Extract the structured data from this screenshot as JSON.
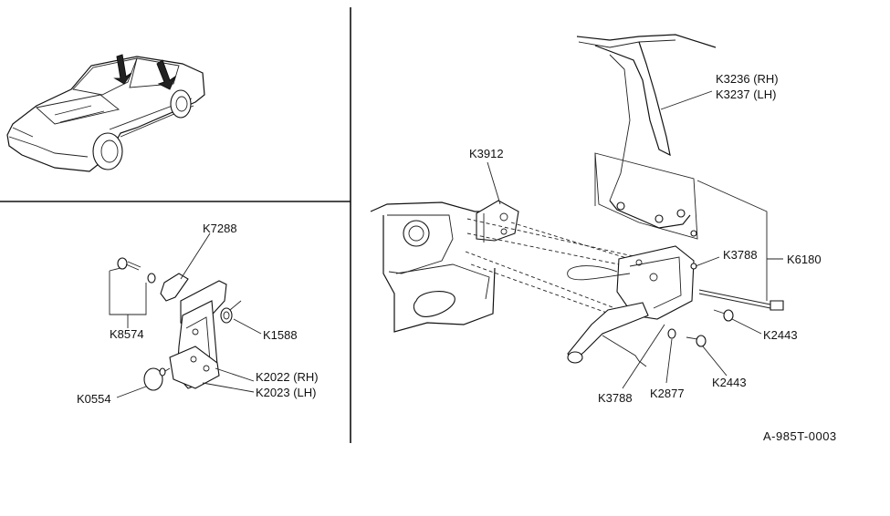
{
  "diagram_code": "A-985T-0003",
  "labels": {
    "k7288": "K7288",
    "k8574": "K8574",
    "k1588": "K1588",
    "k2022": "K2022 (RH)",
    "k2023": "K2023 (LH)",
    "k0554": "K0554",
    "k3236": "K3236 (RH)",
    "k3237": "K3237 (LH)",
    "k3912": "K3912",
    "k3788a": "K3788",
    "k6180": "K6180",
    "k2443a": "K2443",
    "k2443b": "K2443",
    "k3788b": "K3788",
    "k2877": "K2877"
  }
}
